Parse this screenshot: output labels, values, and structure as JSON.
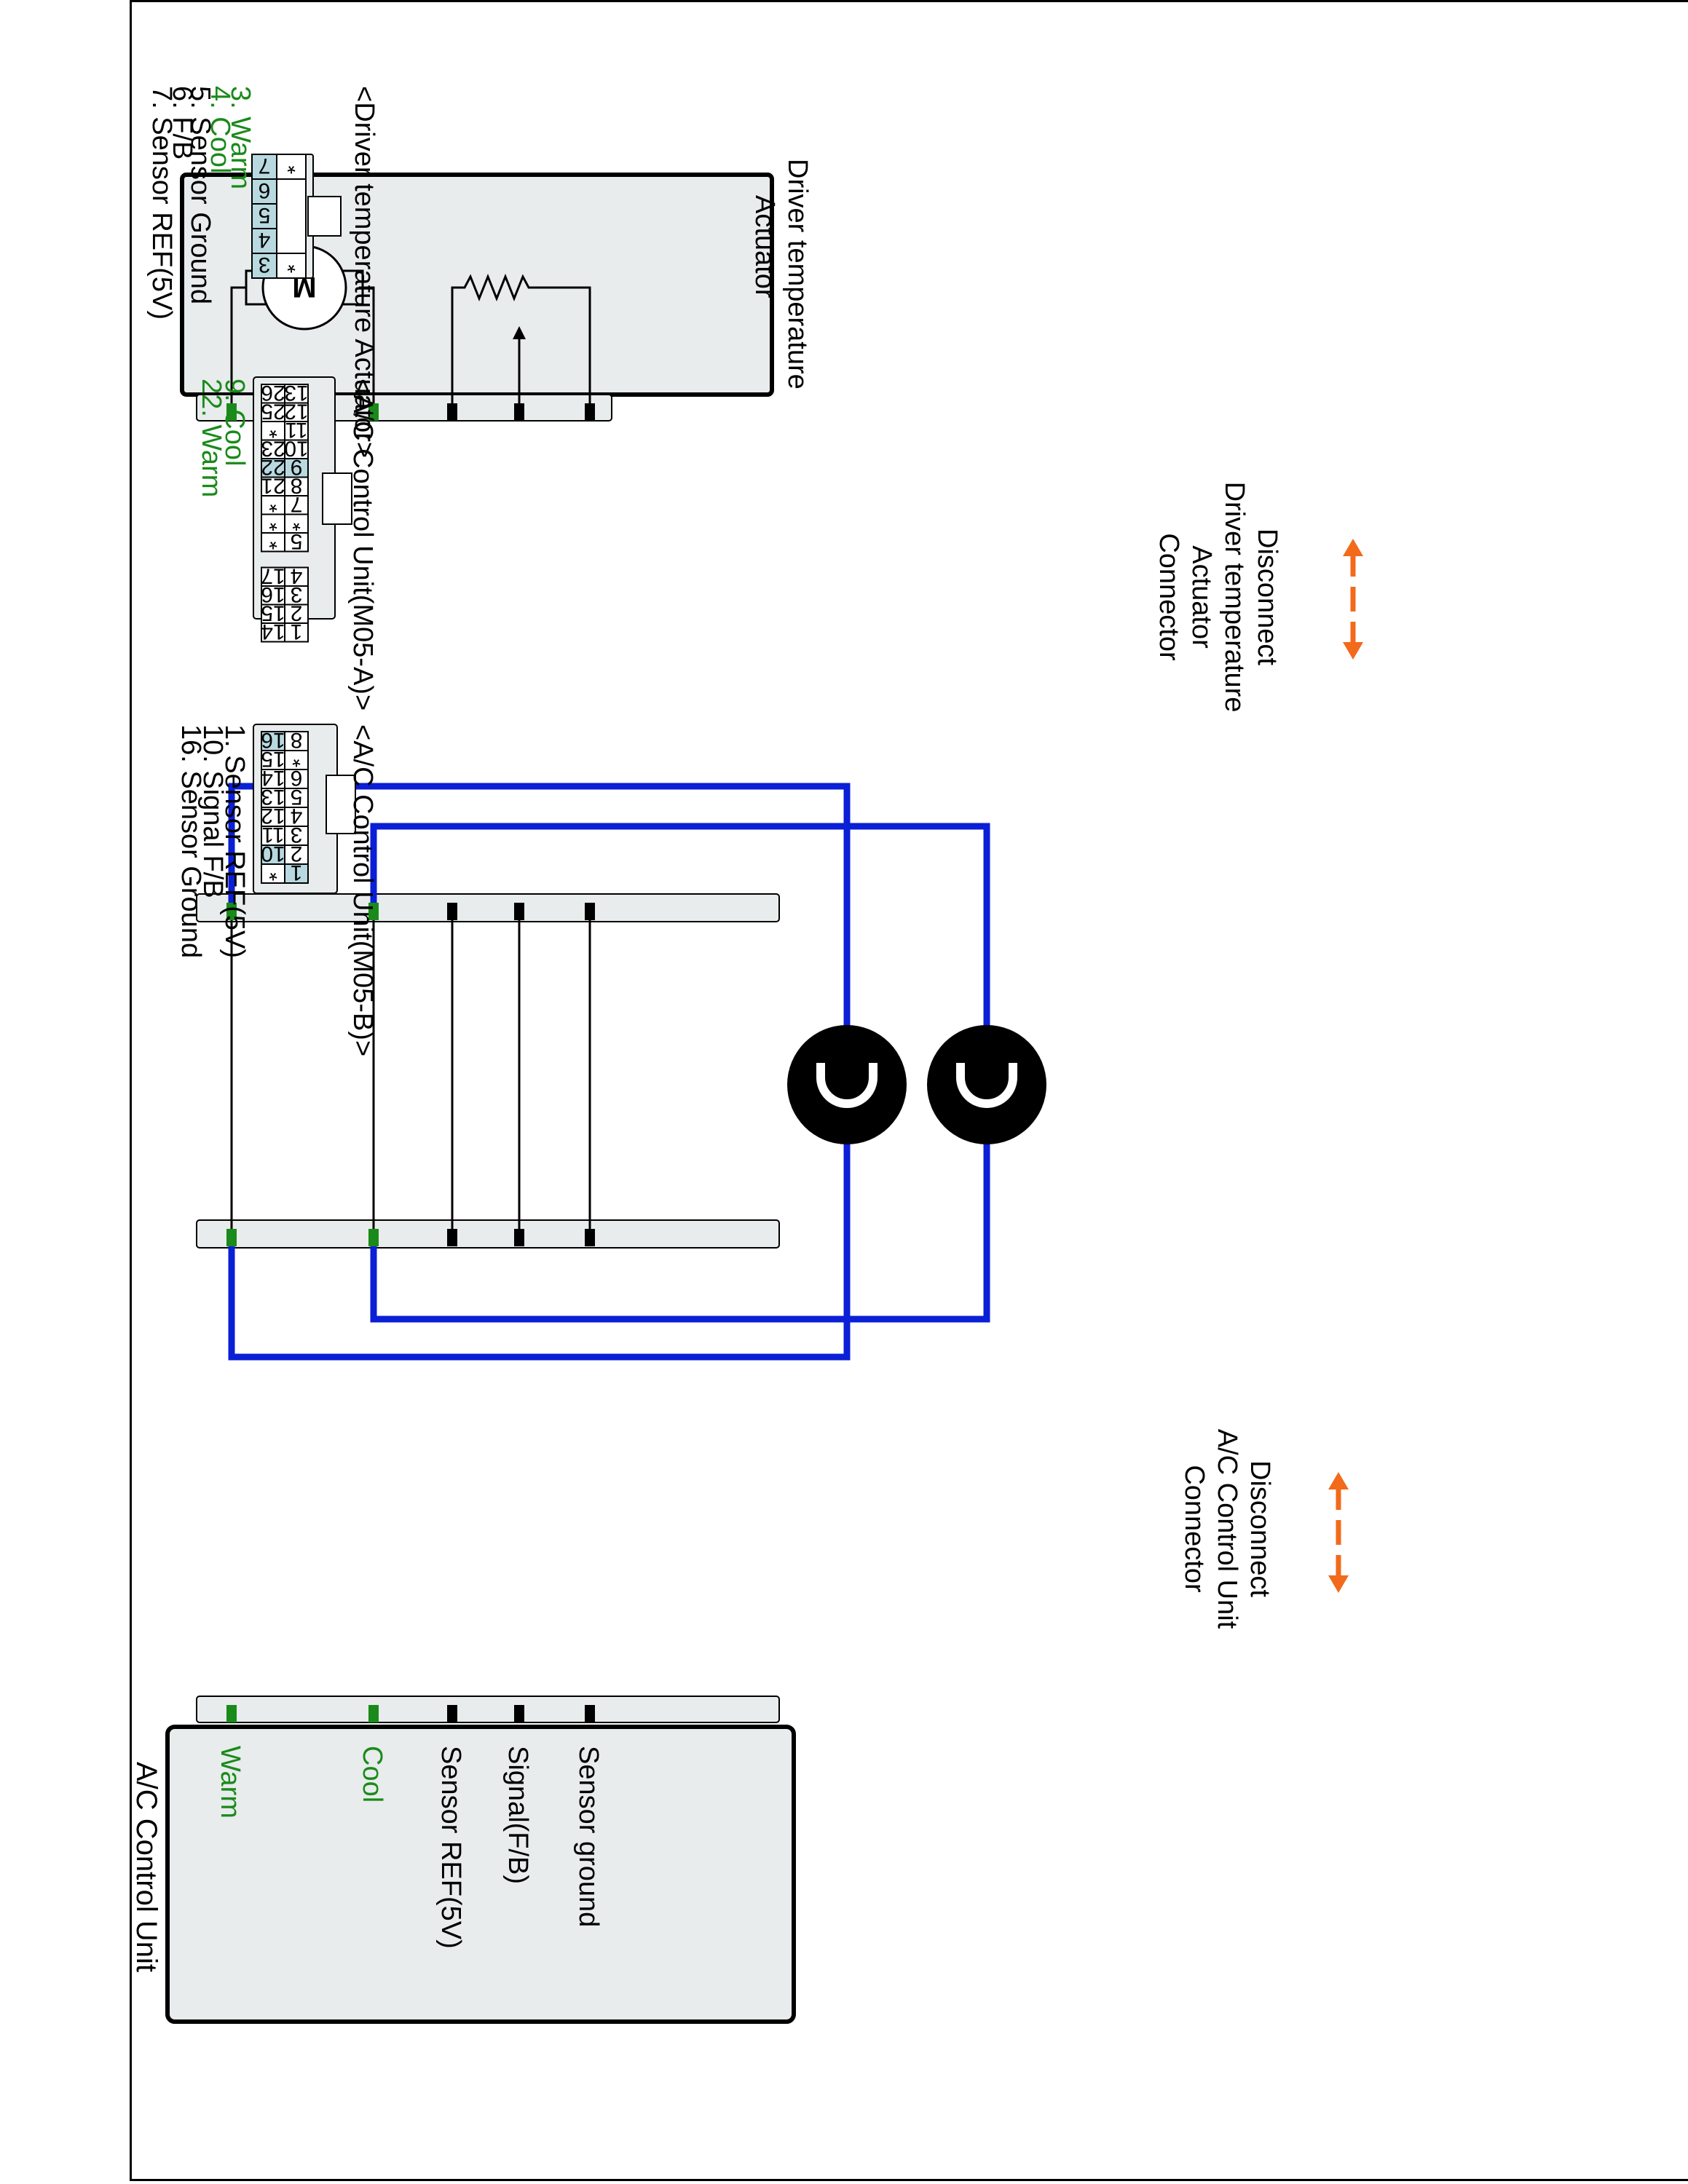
{
  "colors": {
    "wire": "#0a1fd6",
    "signal_pin": "#1a8a1a",
    "other_pin": "#000000",
    "arrow": "#f26a1b",
    "signal_text": "#1a8a1a",
    "pin_highlight": "#b8d9e0",
    "connector_fill": "#e8ecec"
  },
  "actuator": {
    "title_line1": "Driver temperature",
    "title_line2": "Actuator",
    "motor_symbol": "M",
    "motor_icon": "motor-icon",
    "potentiometer_icon": "potentiometer-icon"
  },
  "disconnect_actuator": {
    "line1": "Disconnect",
    "line2": "Driver temperature",
    "line3": "Actuator",
    "line4": "Connector"
  },
  "disconnect_acu": {
    "line1": "Disconnect",
    "line2": "A/C Control Unit",
    "line3": "Connector"
  },
  "acu_box": {
    "title": "A/C Control Unit",
    "pins": [
      {
        "label": "Warm",
        "signal": true
      },
      {
        "label": "Cool",
        "signal": true
      },
      {
        "label": "Sensor REF(5V)",
        "signal": false
      },
      {
        "label": "Signal(F/B)",
        "signal": false
      },
      {
        "label": "Sensor ground",
        "signal": false
      }
    ]
  },
  "ohmmeter_icon": "ohm-meter-icon",
  "actuator_connector": {
    "title": "<Driver temperature Actuator>",
    "top_row": [
      "*",
      "",
      "",
      "",
      "*"
    ],
    "bottom_row": [
      "3",
      "4",
      "5",
      "6",
      "7"
    ],
    "legend": [
      {
        "text": "3. Warm",
        "signal": true
      },
      {
        "text": "4. Cool",
        "signal": true
      },
      {
        "text": "5. Sensor Ground",
        "signal": false
      },
      {
        "text": "6. F/B",
        "signal": false
      },
      {
        "text": "7. Sensor REF(5V)",
        "signal": false
      }
    ]
  },
  "m05a_connector": {
    "title": "<A/C Control Unit(M05-A)>",
    "top_row": [
      "1",
      "2",
      "3",
      "",
      "4",
      "5",
      "*",
      "7",
      "8",
      "9",
      "10",
      "11",
      "",
      "12",
      "13"
    ],
    "bottom_row": [
      "14",
      "15",
      "16",
      "17",
      "*",
      "*",
      "*",
      "21",
      "22",
      "23",
      "*",
      "25",
      "26"
    ],
    "legend": [
      {
        "text": "9. Cool",
        "signal": true
      },
      {
        "text": "22. Warm",
        "signal": true
      }
    ]
  },
  "m05b_connector": {
    "title": "<A/C Control Unit(M05-B)>",
    "top_row": [
      "1",
      "2",
      "3",
      "4",
      "5",
      "6",
      "*",
      "8"
    ],
    "bottom_row": [
      "*",
      "10",
      "11",
      "12",
      "13",
      "14",
      "15",
      "16"
    ],
    "legend": [
      {
        "text": "1. Sensor REF(5V)",
        "signal": false
      },
      {
        "text": "10. Signal F/B",
        "signal": false
      },
      {
        "text": "16. Sensor Ground",
        "signal": false
      }
    ]
  }
}
